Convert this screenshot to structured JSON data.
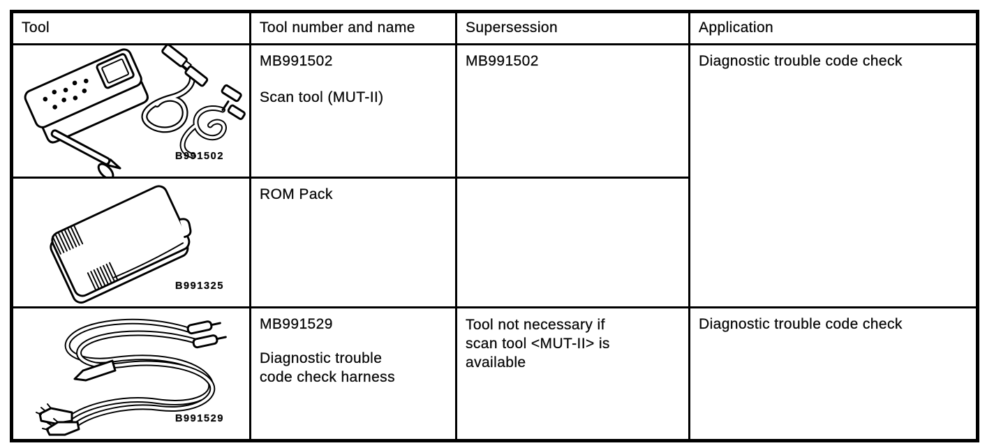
{
  "table": {
    "headers": [
      "Tool",
      "Tool number and name",
      "Supersession",
      "Application"
    ],
    "rows": [
      {
        "figure_label": "B991502",
        "tool_number": "MB991502",
        "tool_name": "Scan tool (MUT-II)",
        "supersession": "MB991502",
        "application": "Diagnostic trouble code check",
        "illustration": "scan-tool-kit"
      },
      {
        "figure_label": "B991325",
        "tool_name": "ROM Pack",
        "supersession": "",
        "illustration": "rom-pack"
      },
      {
        "figure_label": "B991529",
        "tool_number": "MB991529",
        "tool_name_lines": [
          "Diagnostic trouble",
          "code check harness"
        ],
        "supersession_lines": [
          "Tool not necessary if",
          "scan tool <MUT-II> is",
          "available"
        ],
        "application": "Diagnostic trouble code check",
        "illustration": "diagnostic-harness"
      }
    ]
  },
  "colors": {
    "line": "#000000",
    "text": "#0a0a0a",
    "background": "#ffffff"
  }
}
